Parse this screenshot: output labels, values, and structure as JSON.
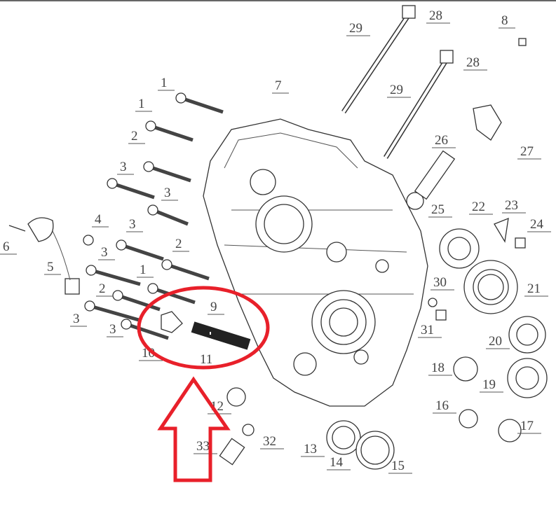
{
  "diagram": {
    "title": "Crankcase exploded parts diagram",
    "callouts": [
      "29",
      "28",
      "8",
      "28",
      "29",
      "7",
      "1",
      "1",
      "2",
      "26",
      "27",
      "3",
      "3",
      "25",
      "22",
      "23",
      "24",
      "4",
      "3",
      "6",
      "2",
      "3",
      "5",
      "1",
      "30",
      "21",
      "2",
      "9",
      "3",
      "31",
      "3",
      "20",
      "10",
      "11",
      "18",
      "19",
      "16",
      "17",
      "12",
      "32",
      "33",
      "13",
      "14",
      "15"
    ],
    "highlight": {
      "color": "#e8202a",
      "target_parts": [
        "9",
        "10",
        "11"
      ]
    }
  }
}
